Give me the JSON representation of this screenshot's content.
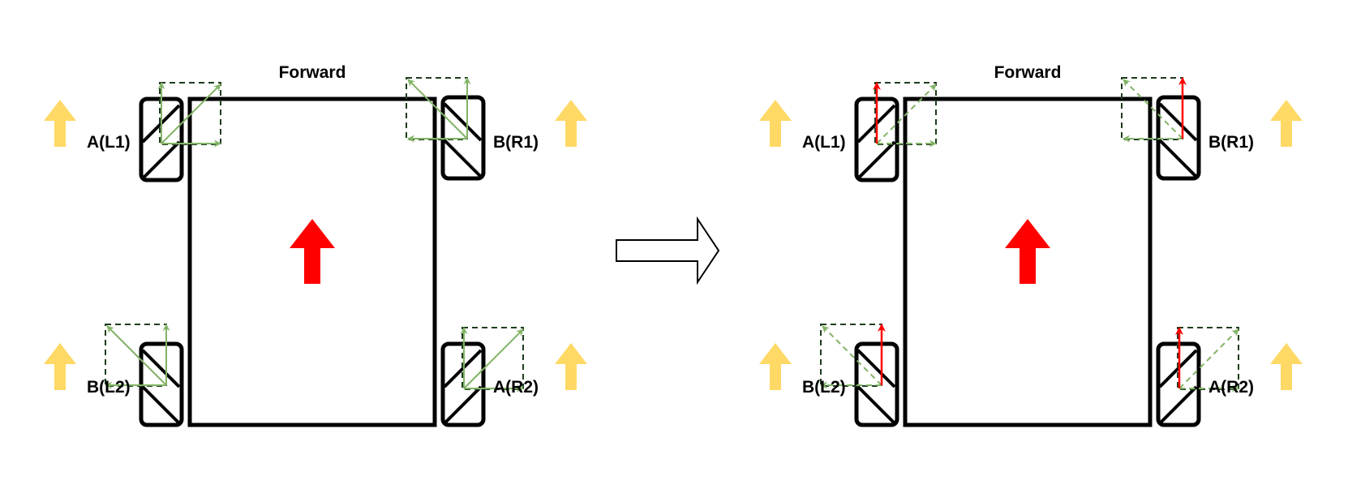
{
  "diagram": {
    "left_panel": {
      "title": "Forward",
      "wheels": {
        "front_left": "A(L1)",
        "front_right": "B(R1)",
        "rear_left": "B(L2)",
        "rear_right": "A(R2)"
      }
    },
    "right_panel": {
      "title": "Forward",
      "wheels": {
        "front_left": "A(L1)",
        "front_right": "B(R1)",
        "rear_left": "B(L2)",
        "rear_right": "A(R2)"
      }
    },
    "colors": {
      "body_stroke": "#000000",
      "direction_arrow": "#ff0000",
      "wheel_arrow": "#ffd966",
      "vector": "#82b366",
      "box": "#1e3d1e",
      "result": "#ff0000"
    }
  }
}
